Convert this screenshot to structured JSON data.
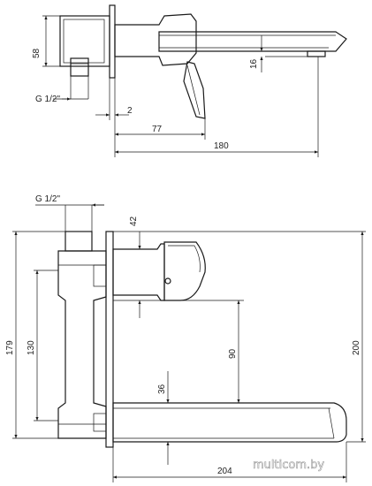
{
  "top_view": {
    "dims": {
      "d58": "58",
      "g12": "G 1/2\"",
      "d16": "16",
      "d2": "2",
      "d77": "77",
      "d180": "180"
    }
  },
  "front_view": {
    "dims": {
      "g12": "G 1/2\"",
      "d42": "42",
      "d130": "130",
      "d179": "179",
      "d90": "90",
      "d36": "36",
      "d200": "200",
      "d204": "204"
    }
  },
  "watermark": "multicom.by"
}
